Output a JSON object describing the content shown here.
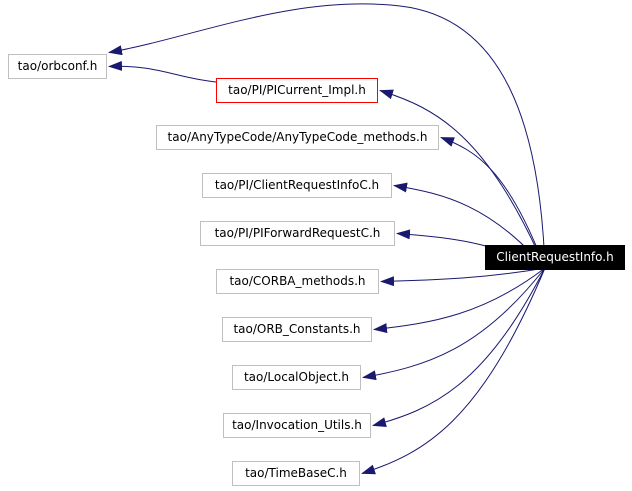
{
  "diagram": {
    "colors": {
      "edge": "#191970",
      "node_border": "#bfbfbf",
      "highlight_border": "#ff0000",
      "root_fill": "#000000",
      "root_text": "#ffffff"
    },
    "root": {
      "id": "client-request-info",
      "label": "ClientRequestInfo.h"
    },
    "nodes": [
      {
        "id": "orbconf",
        "label": "tao/orbconf.h"
      },
      {
        "id": "picurrent-impl",
        "label": "tao/PI/PICurrent_Impl.h",
        "highlight": true
      },
      {
        "id": "anytypecode-methods",
        "label": "tao/AnyTypeCode/AnyTypeCode_methods.h"
      },
      {
        "id": "clientrequestinfoc",
        "label": "tao/PI/ClientRequestInfoC.h"
      },
      {
        "id": "piforwardrequestc",
        "label": "tao/PI/PIForwardRequestC.h"
      },
      {
        "id": "corba-methods",
        "label": "tao/CORBA_methods.h"
      },
      {
        "id": "orb-constants",
        "label": "tao/ORB_Constants.h"
      },
      {
        "id": "localobject",
        "label": "tao/LocalObject.h"
      },
      {
        "id": "invocation-utils",
        "label": "tao/Invocation_Utils.h"
      },
      {
        "id": "timebasec",
        "label": "tao/TimeBaseC.h"
      }
    ],
    "edges": [
      {
        "from": "client-request-info",
        "to": "orbconf"
      },
      {
        "from": "picurrent-impl",
        "to": "orbconf"
      },
      {
        "from": "client-request-info",
        "to": "picurrent-impl"
      },
      {
        "from": "client-request-info",
        "to": "anytypecode-methods"
      },
      {
        "from": "client-request-info",
        "to": "clientrequestinfoc"
      },
      {
        "from": "client-request-info",
        "to": "piforwardrequestc"
      },
      {
        "from": "client-request-info",
        "to": "corba-methods"
      },
      {
        "from": "client-request-info",
        "to": "orb-constants"
      },
      {
        "from": "client-request-info",
        "to": "localobject"
      },
      {
        "from": "client-request-info",
        "to": "invocation-utils"
      },
      {
        "from": "client-request-info",
        "to": "timebasec"
      }
    ]
  }
}
